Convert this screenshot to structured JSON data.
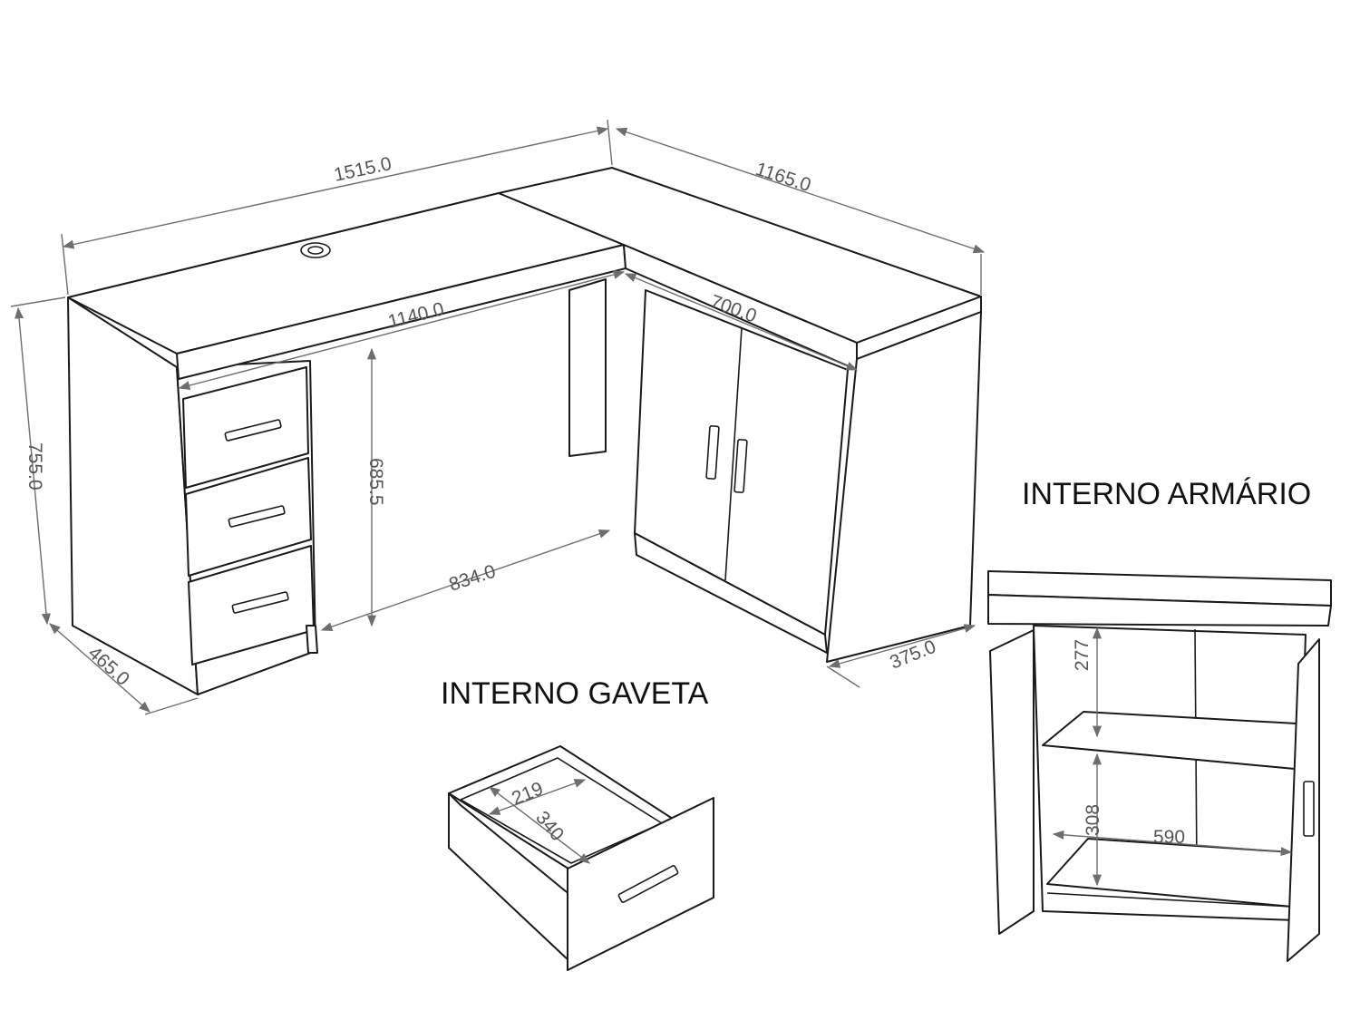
{
  "labels": {
    "interno_armario": "INTERNO ARMÁRIO",
    "interno_gaveta": "INTERNO GAVETA"
  },
  "dimensions": {
    "total_width": "1515.0",
    "side_depth": "1165.0",
    "desk_width": "1140.0",
    "cabinet_width": "700.0",
    "height": "755.0",
    "inner_height": "685.5",
    "knee_width": "834.0",
    "desk_depth": "465.0",
    "cabinet_depth": "375.0",
    "drawer_width": "219",
    "drawer_depth": "340",
    "shelf_upper": "277",
    "shelf_lower": "308",
    "shelf_width": "590"
  },
  "colors": {
    "line": "#1a1a1a",
    "dimension": "#6e6e6e",
    "dimension_text": "#555555"
  }
}
